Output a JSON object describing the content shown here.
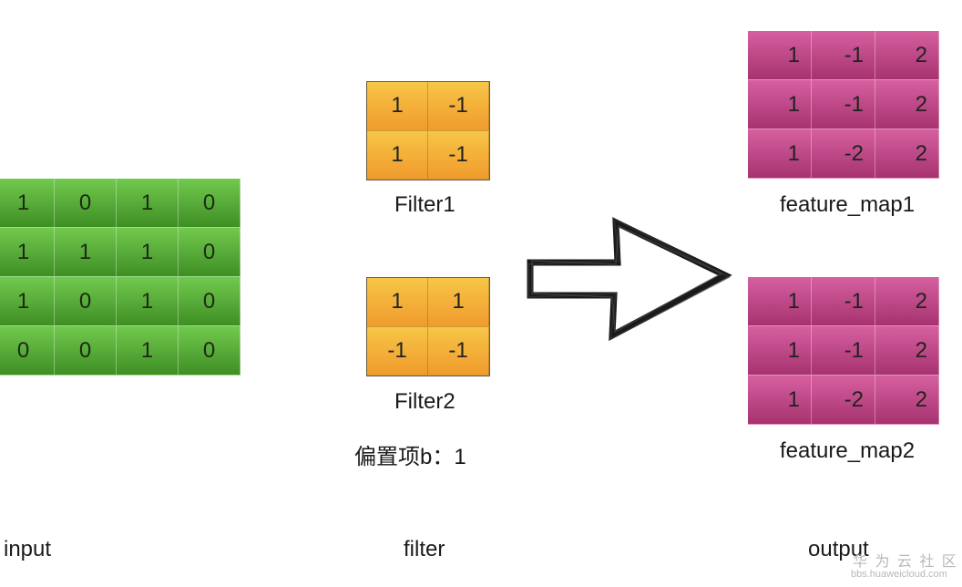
{
  "input": {
    "label": "input",
    "rows": [
      [
        "1",
        "0",
        "1",
        "0"
      ],
      [
        "1",
        "1",
        "1",
        "0"
      ],
      [
        "1",
        "0",
        "1",
        "0"
      ],
      [
        "0",
        "0",
        "1",
        "0"
      ]
    ]
  },
  "filter": {
    "label": "filter",
    "filter1": {
      "name": "Filter1",
      "rows": [
        [
          "1",
          "-1"
        ],
        [
          "1",
          "-1"
        ]
      ]
    },
    "filter2": {
      "name": "Filter2",
      "rows": [
        [
          "1",
          "1"
        ],
        [
          "-1",
          "-1"
        ]
      ]
    },
    "bias": "偏置项b：1"
  },
  "output": {
    "label": "output",
    "map1": {
      "name": "feature_map1",
      "rows": [
        [
          "1",
          "-1",
          "2"
        ],
        [
          "1",
          "-1",
          "2"
        ],
        [
          "1",
          "-2",
          "2"
        ]
      ]
    },
    "map2": {
      "name": "feature_map2",
      "rows": [
        [
          "1",
          "-1",
          "2"
        ],
        [
          "1",
          "-1",
          "2"
        ],
        [
          "1",
          "-2",
          "2"
        ]
      ]
    }
  },
  "watermark": {
    "brand": "华 为 云 社 区",
    "url": "bbs.huaweicloud.com"
  },
  "colors": {
    "input": "#4caf2f",
    "filter": "#f4b33a",
    "output": "#c2448a"
  }
}
